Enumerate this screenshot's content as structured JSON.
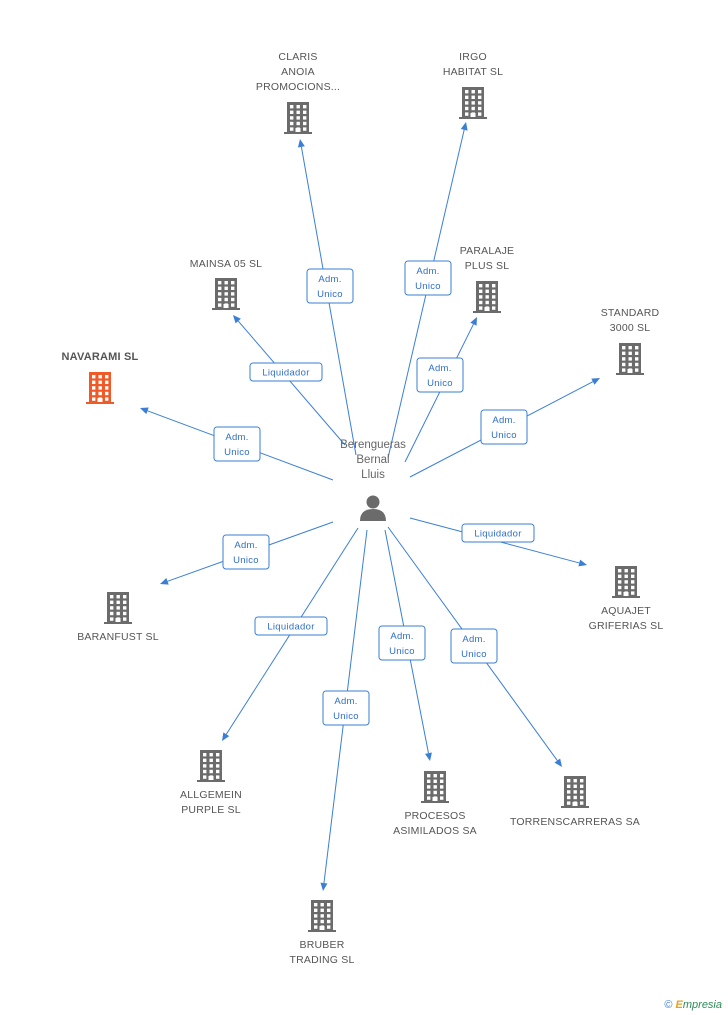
{
  "center": {
    "label_lines": [
      "Berengueras",
      "Bernal",
      "Lluis"
    ]
  },
  "nodes": [
    {
      "id": "claris",
      "lines": [
        "CLARIS",
        "ANOIA",
        "PROMOCIONS..."
      ],
      "highlight": false
    },
    {
      "id": "irgo",
      "lines": [
        "IRGO",
        "HABITAT SL"
      ],
      "highlight": false
    },
    {
      "id": "mainsa",
      "lines": [
        "MAINSA 05 SL"
      ],
      "highlight": false
    },
    {
      "id": "paralaje",
      "lines": [
        "PARALAJE",
        "PLUS SL"
      ],
      "highlight": false
    },
    {
      "id": "standard",
      "lines": [
        "STANDARD",
        "3000 SL"
      ],
      "highlight": false
    },
    {
      "id": "navarami",
      "lines": [
        "NAVARAMI SL"
      ],
      "highlight": true
    },
    {
      "id": "baranfust",
      "lines": [
        "BARANFUST SL"
      ],
      "highlight": false
    },
    {
      "id": "aquajet",
      "lines": [
        "AQUAJET",
        "GRIFERIAS SL"
      ],
      "highlight": false
    },
    {
      "id": "allgemein",
      "lines": [
        "ALLGEMEIN",
        "PURPLE SL"
      ],
      "highlight": false
    },
    {
      "id": "procesos",
      "lines": [
        "PROCESOS",
        "ASIMILADOS SA"
      ],
      "highlight": false
    },
    {
      "id": "torrens",
      "lines": [
        "TORRENSCARRERAS SA"
      ],
      "highlight": false
    },
    {
      "id": "bruber",
      "lines": [
        "BRUBER",
        "TRADING SL"
      ],
      "highlight": false
    }
  ],
  "edges": [
    {
      "to": "claris",
      "lines": [
        "Adm.",
        "Unico"
      ]
    },
    {
      "to": "irgo",
      "lines": [
        "Adm.",
        "Unico"
      ]
    },
    {
      "to": "mainsa",
      "lines": [
        "Liquidador"
      ]
    },
    {
      "to": "paralaje",
      "lines": [
        "Adm.",
        "Unico"
      ]
    },
    {
      "to": "standard",
      "lines": [
        "Adm.",
        "Unico"
      ]
    },
    {
      "to": "navarami",
      "lines": [
        "Adm.",
        "Unico"
      ]
    },
    {
      "to": "baranfust",
      "lines": [
        "Adm.",
        "Unico"
      ]
    },
    {
      "to": "aquajet",
      "lines": [
        "Liquidador"
      ]
    },
    {
      "to": "allgemein",
      "lines": [
        "Liquidador"
      ]
    },
    {
      "to": "procesos",
      "lines": [
        "Adm.",
        "Unico"
      ]
    },
    {
      "to": "torrens",
      "lines": [
        "Adm.",
        "Unico"
      ]
    },
    {
      "to": "bruber",
      "lines": [
        "Adm.",
        "Unico"
      ]
    }
  ],
  "colors": {
    "edge": "#3a7fd5",
    "building": "#6b6b6b",
    "highlight_building": "#f05a28",
    "person": "#6b6b6b"
  },
  "footer": {
    "copyright": "©",
    "brand_first": "E",
    "brand_rest": "mpresia"
  }
}
